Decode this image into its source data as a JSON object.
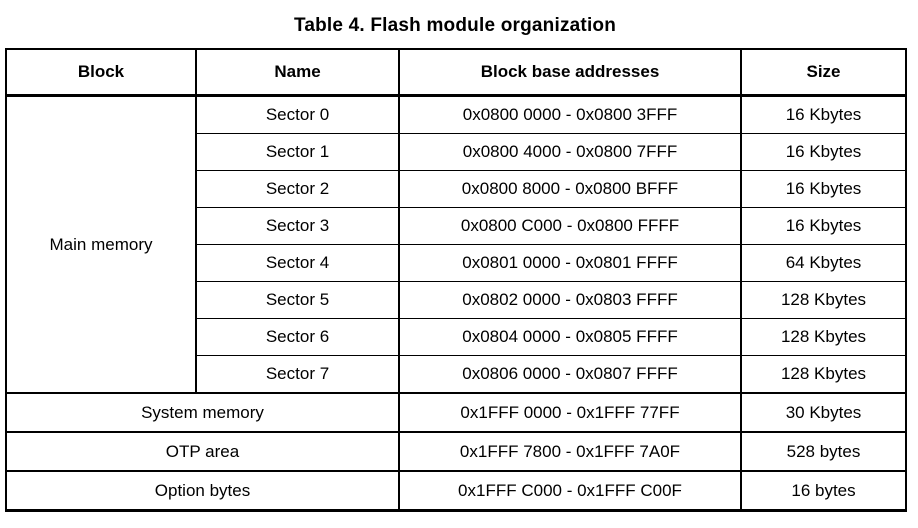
{
  "title": "Table 4. Flash module organization",
  "table": {
    "headers": {
      "block": "Block",
      "name": "Name",
      "addresses": "Block base addresses",
      "size": "Size"
    },
    "main_memory": {
      "block": "Main memory",
      "rows": [
        {
          "name": "Sector 0",
          "address": "0x0800 0000 - 0x0800 3FFF",
          "size": "16 Kbytes"
        },
        {
          "name": "Sector 1",
          "address": "0x0800 4000 - 0x0800 7FFF",
          "size": "16 Kbytes"
        },
        {
          "name": "Sector 2",
          "address": "0x0800 8000 - 0x0800 BFFF",
          "size": "16 Kbytes"
        },
        {
          "name": "Sector 3",
          "address": "0x0800 C000 - 0x0800 FFFF",
          "size": "16 Kbytes"
        },
        {
          "name": "Sector 4",
          "address": "0x0801 0000 - 0x0801 FFFF",
          "size": "64 Kbytes"
        },
        {
          "name": "Sector 5",
          "address": "0x0802 0000 - 0x0803 FFFF",
          "size": "128 Kbytes"
        },
        {
          "name": "Sector 6",
          "address": "0x0804 0000 - 0x0805 FFFF",
          "size": "128 Kbytes"
        },
        {
          "name": "Sector 7",
          "address": "0x0806 0000 - 0x0807 FFFF",
          "size": "128 Kbytes"
        }
      ]
    },
    "other_rows": [
      {
        "block": "System memory",
        "address": "0x1FFF 0000 - 0x1FFF 77FF",
        "size": "30 Kbytes"
      },
      {
        "block": "OTP area",
        "address": "0x1FFF 7800 - 0x1FFF 7A0F",
        "size": "528 bytes"
      },
      {
        "block": "Option bytes",
        "address": "0x1FFF C000 - 0x1FFF C00F",
        "size": "16 bytes"
      }
    ]
  }
}
